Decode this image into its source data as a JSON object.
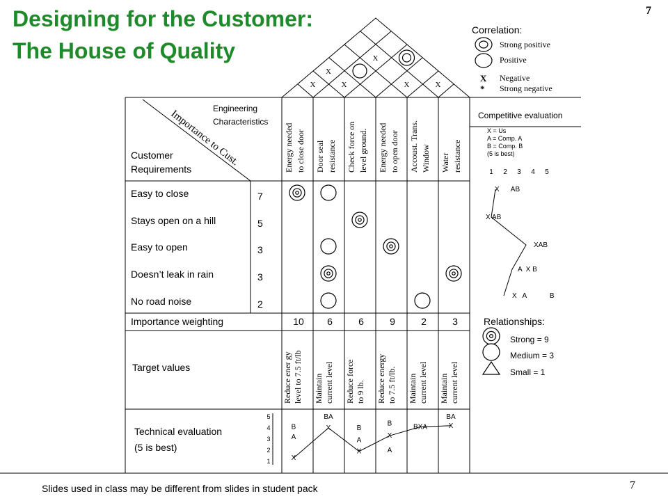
{
  "slide": {
    "page_number": "7",
    "title_line1": "Designing for the Customer:",
    "title_line2": "The House of Quality",
    "footer": "Slides used in class may be different from slides in student pack"
  },
  "labels": {
    "engineering_1": "Engineering",
    "engineering_2": "Characteristics",
    "importance_to_cust": "Importance to Cust.",
    "customer_1": "Customer",
    "customer_2": "Requirements",
    "importance_weighting": "Importance weighting",
    "target_values": "Target values",
    "technical_eval_1": "Technical evaluation",
    "technical_eval_2": "(5 is best)"
  },
  "engineering_characteristics": [
    [
      "Energy needed",
      "to close door"
    ],
    [
      "Door seal",
      "resistance"
    ],
    [
      "Check force on",
      "level ground."
    ],
    [
      "Energy needed",
      "to open door"
    ],
    [
      "Accoust. Trans.",
      "Window"
    ],
    [
      "Water",
      "resistance"
    ]
  ],
  "customer_requirements": [
    {
      "name": "Easy to close",
      "importance": "7"
    },
    {
      "name": "Stays open on a hill",
      "importance": "5"
    },
    {
      "name": "Easy to open",
      "importance": "3"
    },
    {
      "name": "Doesn’t leak in rain",
      "importance": "3"
    },
    {
      "name": "No road noise",
      "importance": "2"
    }
  ],
  "relationship_matrix": [
    {
      "row": 0,
      "col": 0,
      "strength": "strong"
    },
    {
      "row": 0,
      "col": 1,
      "strength": "medium"
    },
    {
      "row": 1,
      "col": 2,
      "strength": "strong"
    },
    {
      "row": 2,
      "col": 1,
      "strength": "medium"
    },
    {
      "row": 2,
      "col": 3,
      "strength": "strong"
    },
    {
      "row": 3,
      "col": 1,
      "strength": "strong"
    },
    {
      "row": 3,
      "col": 5,
      "strength": "strong"
    },
    {
      "row": 4,
      "col": 1,
      "strength": "medium"
    },
    {
      "row": 4,
      "col": 4,
      "strength": "medium"
    }
  ],
  "importance_weights": [
    "10",
    "6",
    "6",
    "9",
    "2",
    "3"
  ],
  "target_values": [
    [
      "Reduce ener gy",
      "level to 7.5 ft/lb"
    ],
    [
      "Maintain",
      "current level"
    ],
    [
      "Reduce force",
      "to 9 lb."
    ],
    [
      "Reduce energy",
      "to 7.5 ft/lb."
    ],
    [
      "Maintain",
      "current level"
    ],
    [
      "Maintain",
      "current level"
    ]
  ],
  "correlation_roof": [
    {
      "cells": [
        0,
        1
      ],
      "symbol": "X"
    },
    {
      "cells": [
        1,
        2
      ],
      "symbol": "X"
    },
    {
      "cells": [
        0,
        2
      ],
      "symbol": "X"
    },
    {
      "cells": [
        1,
        3
      ],
      "symbol": "positive"
    },
    {
      "cells": [
        3,
        4
      ],
      "symbol": "X"
    },
    {
      "cells": [
        4,
        5
      ],
      "symbol": "X"
    },
    {
      "cells": [
        1,
        4
      ],
      "symbol": "X"
    },
    {
      "cells": [
        2,
        5
      ],
      "symbol": "strong_positive"
    }
  ],
  "correlation_legend": {
    "title": "Correlation:",
    "items": [
      {
        "symbol": "strong_positive",
        "label": "Strong positive"
      },
      {
        "symbol": "positive",
        "label": "Positive"
      },
      {
        "symbol": "X",
        "label": "Negative"
      },
      {
        "symbol": "*",
        "label": "Strong negative"
      }
    ]
  },
  "competitive_evaluation": {
    "title": "Competitive evaluation",
    "key": [
      "X = Us",
      "A = Comp. A",
      "B = Comp. B",
      "(5 is best)"
    ],
    "scale": [
      "1",
      "2",
      "3",
      "4",
      "5"
    ],
    "rows": [
      "X      AB",
      "X AB",
      "XAB",
      "A  X B",
      "X   A            B"
    ],
    "line_scores": [
      1.3,
      1.0,
      3.5,
      2.5,
      1.9
    ]
  },
  "relationships_legend": {
    "title": "Relationships:",
    "items": [
      {
        "symbol": "strong",
        "label": "Strong = 9"
      },
      {
        "symbol": "medium",
        "label": "Medium = 3"
      },
      {
        "symbol": "small",
        "label": "Small = 1"
      }
    ]
  },
  "technical_evaluation": {
    "scale": [
      "5",
      "4",
      "3",
      "2",
      "1"
    ],
    "marks": [
      {
        "col": 0,
        "letters": [
          {
            "t": "B",
            "v": 4.1
          },
          {
            "t": "A",
            "v": 3.2
          },
          {
            "t": "X",
            "v": 1.3
          }
        ]
      },
      {
        "col": 1,
        "letters": [
          {
            "t": "BA",
            "v": 5.0
          },
          {
            "t": "X",
            "v": 4.0
          }
        ]
      },
      {
        "col": 2,
        "letters": [
          {
            "t": "B",
            "v": 4.0
          },
          {
            "t": "A",
            "v": 2.9
          },
          {
            "t": "X",
            "v": 1.9
          }
        ]
      },
      {
        "col": 3,
        "letters": [
          {
            "t": "B",
            "v": 4.4
          },
          {
            "t": "X",
            "v": 3.3
          },
          {
            "t": "A",
            "v": 2.0
          }
        ]
      },
      {
        "col": 4,
        "letters": [
          {
            "t": "BXA",
            "v": 4.1
          }
        ]
      },
      {
        "col": 5,
        "letters": [
          {
            "t": "BA",
            "v": 5.0
          },
          {
            "t": "X",
            "v": 4.2
          }
        ]
      }
    ],
    "x_line_scores": [
      1.3,
      4.0,
      1.9,
      3.3,
      4.1,
      4.2
    ]
  }
}
